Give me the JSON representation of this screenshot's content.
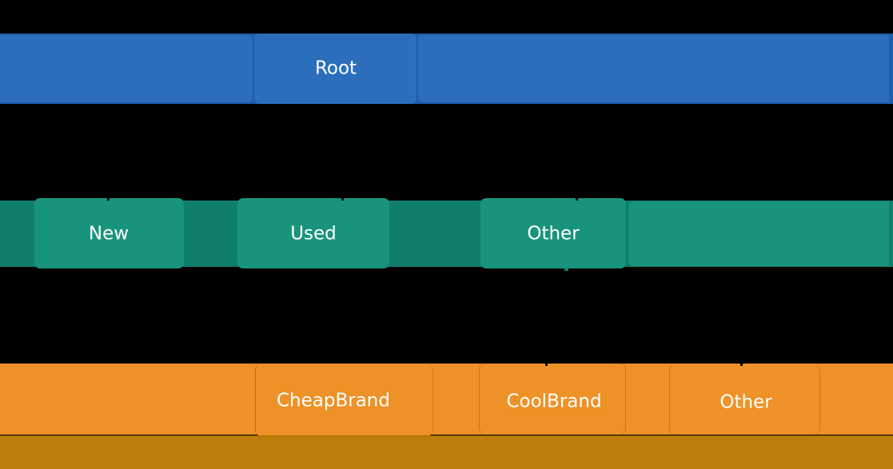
{
  "figure": {
    "background": "#000000"
  },
  "chart_data": {
    "type": "icicle",
    "orientation": "top-down",
    "legend": "none",
    "grid": false,
    "levels": [
      {
        "depth": 0,
        "color": "#2b6fbc",
        "labeled_nodes": [
          "Root"
        ]
      },
      {
        "depth": 1,
        "color": "#19947c",
        "labeled_nodes": [
          "New",
          "Used",
          "Other"
        ]
      },
      {
        "depth": 2,
        "color": "#ee9127",
        "labeled_nodes": [
          "CheapBrand",
          "CoolBrand",
          "Other"
        ]
      },
      {
        "depth": 3,
        "color": "#bc7e08",
        "labeled_nodes": []
      }
    ],
    "hierarchy": {
      "label": "Root",
      "children_level2": [
        "New",
        "Used",
        "Other"
      ],
      "children_level3": [
        "CheapBrand",
        "CoolBrand",
        "Other"
      ]
    }
  },
  "nodes": {
    "root": "Root",
    "new": "New",
    "used": "Used",
    "other_level2": "Other",
    "cheapbrand": "CheapBrand",
    "coolbrand": "CoolBrand",
    "other_level3": "Other"
  },
  "colors": {
    "level1_fill": "#2b6fbc",
    "level1_shadow": "#1d5dad",
    "level2_fill": "#19947c",
    "level2_shadow": "#0f7f6a",
    "level3_fill": "#ee9127",
    "level4_fill": "#bc7e08",
    "text": "#ffffff",
    "background": "#000000"
  }
}
